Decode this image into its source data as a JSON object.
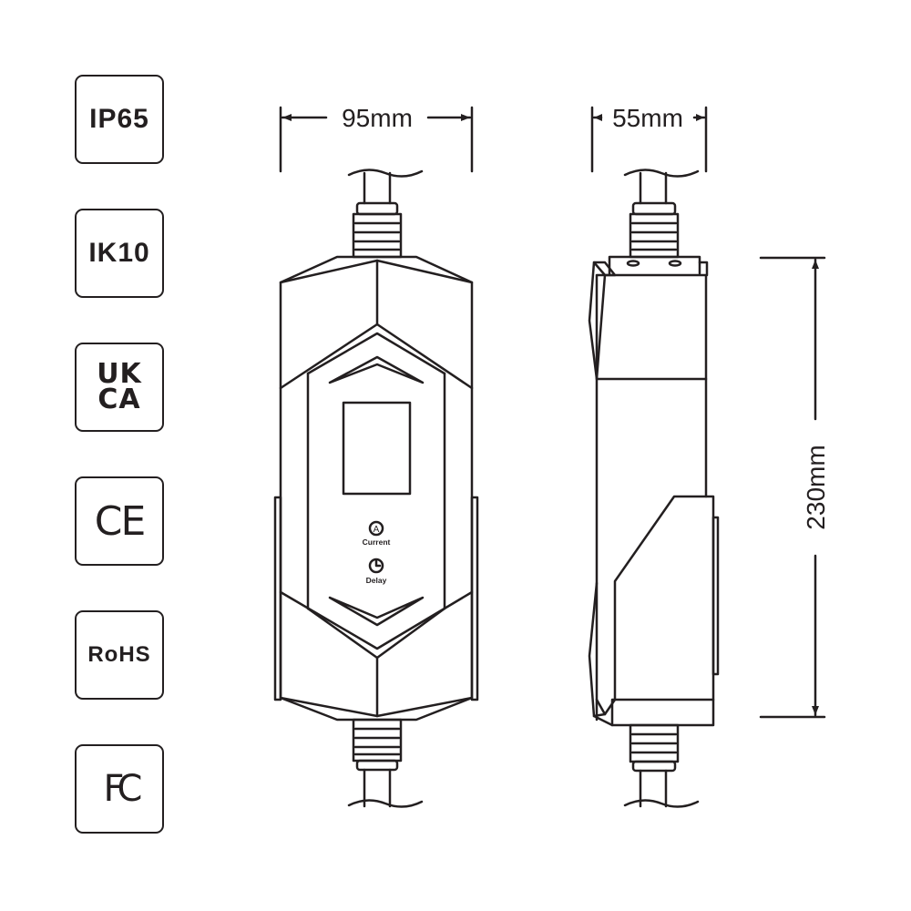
{
  "badges": [
    {
      "label": "IP65"
    },
    {
      "label": "IK10"
    },
    {
      "label": "UK\nCA"
    },
    {
      "label": "CE"
    },
    {
      "label": "RoHS"
    },
    {
      "label": "FC"
    }
  ],
  "dimensions": {
    "width": "95mm",
    "depth": "55mm",
    "height": "230mm"
  },
  "front_panel": {
    "current_label": "Current",
    "current_icon_letter": "A",
    "delay_label": "Delay"
  },
  "colors": {
    "line": "#231f20"
  }
}
